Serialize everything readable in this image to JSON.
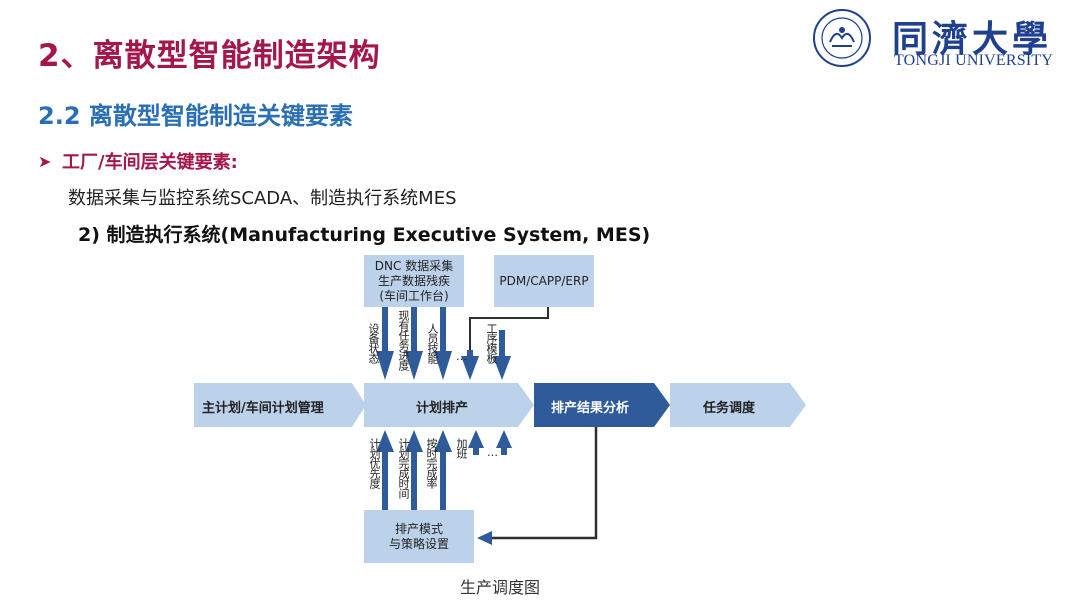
{
  "header": {
    "title": "2、离散型智能制造架构",
    "subtitle": "2.2 离散型智能制造关键要素"
  },
  "logo": {
    "cn": "同濟大學",
    "en": "TONGJI UNIVERSITY"
  },
  "content": {
    "bullet_heading": "工厂/车间层关键要素:",
    "intro": "数据采集与监控系统SCADA、制造执行系统MES",
    "section_title": "2) 制造执行系统(Manufacturing Executive System, MES)"
  },
  "diagram": {
    "dnc_box": [
      "DNC 数据采集",
      "生产数据残疾",
      "(车间工作台)"
    ],
    "pdm_box": "PDM/CAPP/ERP",
    "flow": {
      "master_plan": "主计划/车间计划管理",
      "schedule": "计划排产",
      "analysis": "排产结果分析",
      "dispatch": "任务调度"
    },
    "top_inputs": [
      "设备状态",
      "现有任务进度",
      "人员技能",
      "…",
      "工序模板"
    ],
    "bottom_inputs": [
      "计划优先度",
      "计划完成时间",
      "按时完成率",
      "加班",
      "…"
    ],
    "mode_box": [
      "排产模式",
      "与策略设置"
    ],
    "colors": {
      "light": "#bcd2ea",
      "dark": "#2f5b9b",
      "arrow": "#2f5b9b"
    }
  },
  "caption": "生产调度图"
}
